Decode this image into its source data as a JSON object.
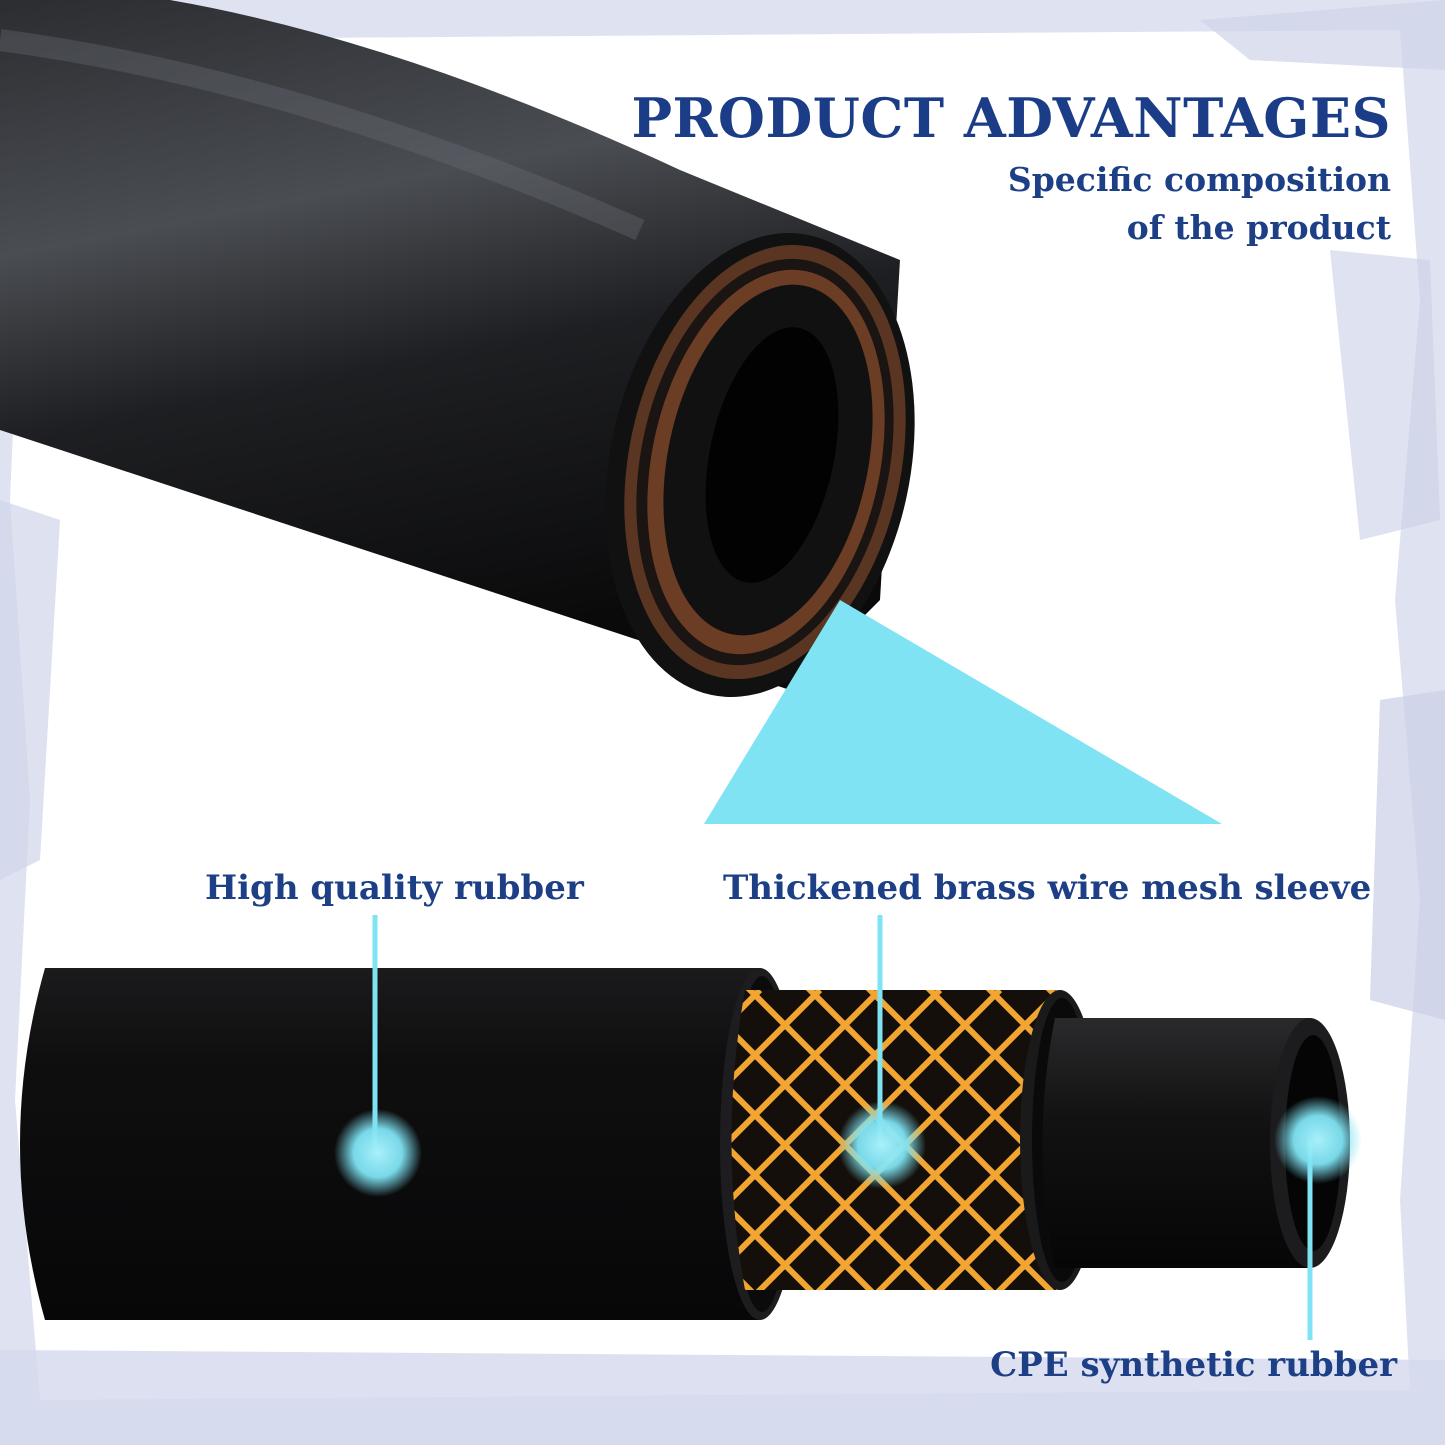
{
  "header": {
    "title": "PRODUCT ADVANTAGES",
    "subtitle_line1": "Specific composition",
    "subtitle_line2": "of the product"
  },
  "labels": {
    "outer_layer": "High quality rubber",
    "middle_layer": "Thickened brass wire mesh sleeve",
    "inner_layer": "CPE synthetic rubber"
  },
  "colors": {
    "text": "#1c3f86",
    "callout": "#7fe3f3",
    "mesh": "#f2a531",
    "rubber": "#0e0e10",
    "background": "#dfe3f1"
  }
}
